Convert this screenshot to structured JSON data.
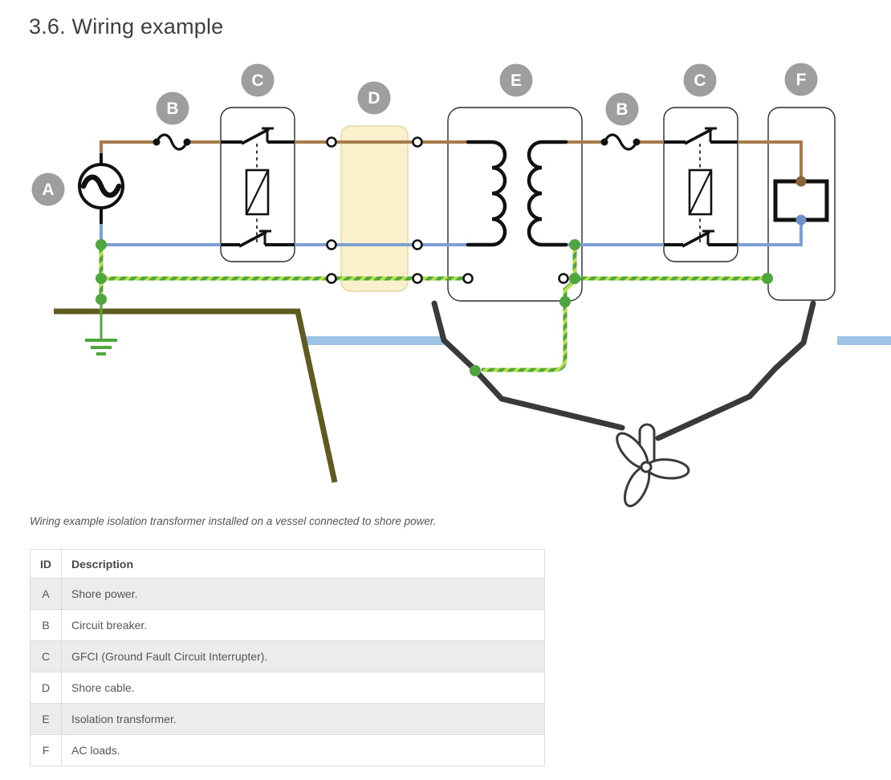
{
  "page": {
    "title": "3.6. Wiring example",
    "caption": "Wiring example isolation transformer installed on a vessel connected to shore power."
  },
  "diagram": {
    "badges": [
      {
        "letter": "A"
      },
      {
        "letter": "B"
      },
      {
        "letter": "C"
      },
      {
        "letter": "D"
      },
      {
        "letter": "E"
      },
      {
        "letter": "B"
      },
      {
        "letter": "C"
      },
      {
        "letter": "F"
      }
    ],
    "colors": {
      "line_brown": "#a67c4c",
      "neutral_blue": "#7d9fd2",
      "earth_green": "#4fa53e",
      "earth_yellow": "#b5e048",
      "shore_olive": "#5f5a20",
      "water_blue": "#9cc3e5",
      "hull_gray": "#3a3a3a",
      "shore_cable_highlight": "#faf0cb",
      "badge_gray": "#9e9e9e"
    }
  },
  "table": {
    "headers": {
      "id": "ID",
      "description": "Description"
    },
    "rows": [
      {
        "id": "A",
        "description": "Shore power."
      },
      {
        "id": "B",
        "description": "Circuit breaker."
      },
      {
        "id": "C",
        "description": "GFCI (Ground Fault Circuit Interrupter)."
      },
      {
        "id": "D",
        "description": "Shore cable."
      },
      {
        "id": "E",
        "description": "Isolation transformer."
      },
      {
        "id": "F",
        "description": "AC loads."
      }
    ]
  }
}
